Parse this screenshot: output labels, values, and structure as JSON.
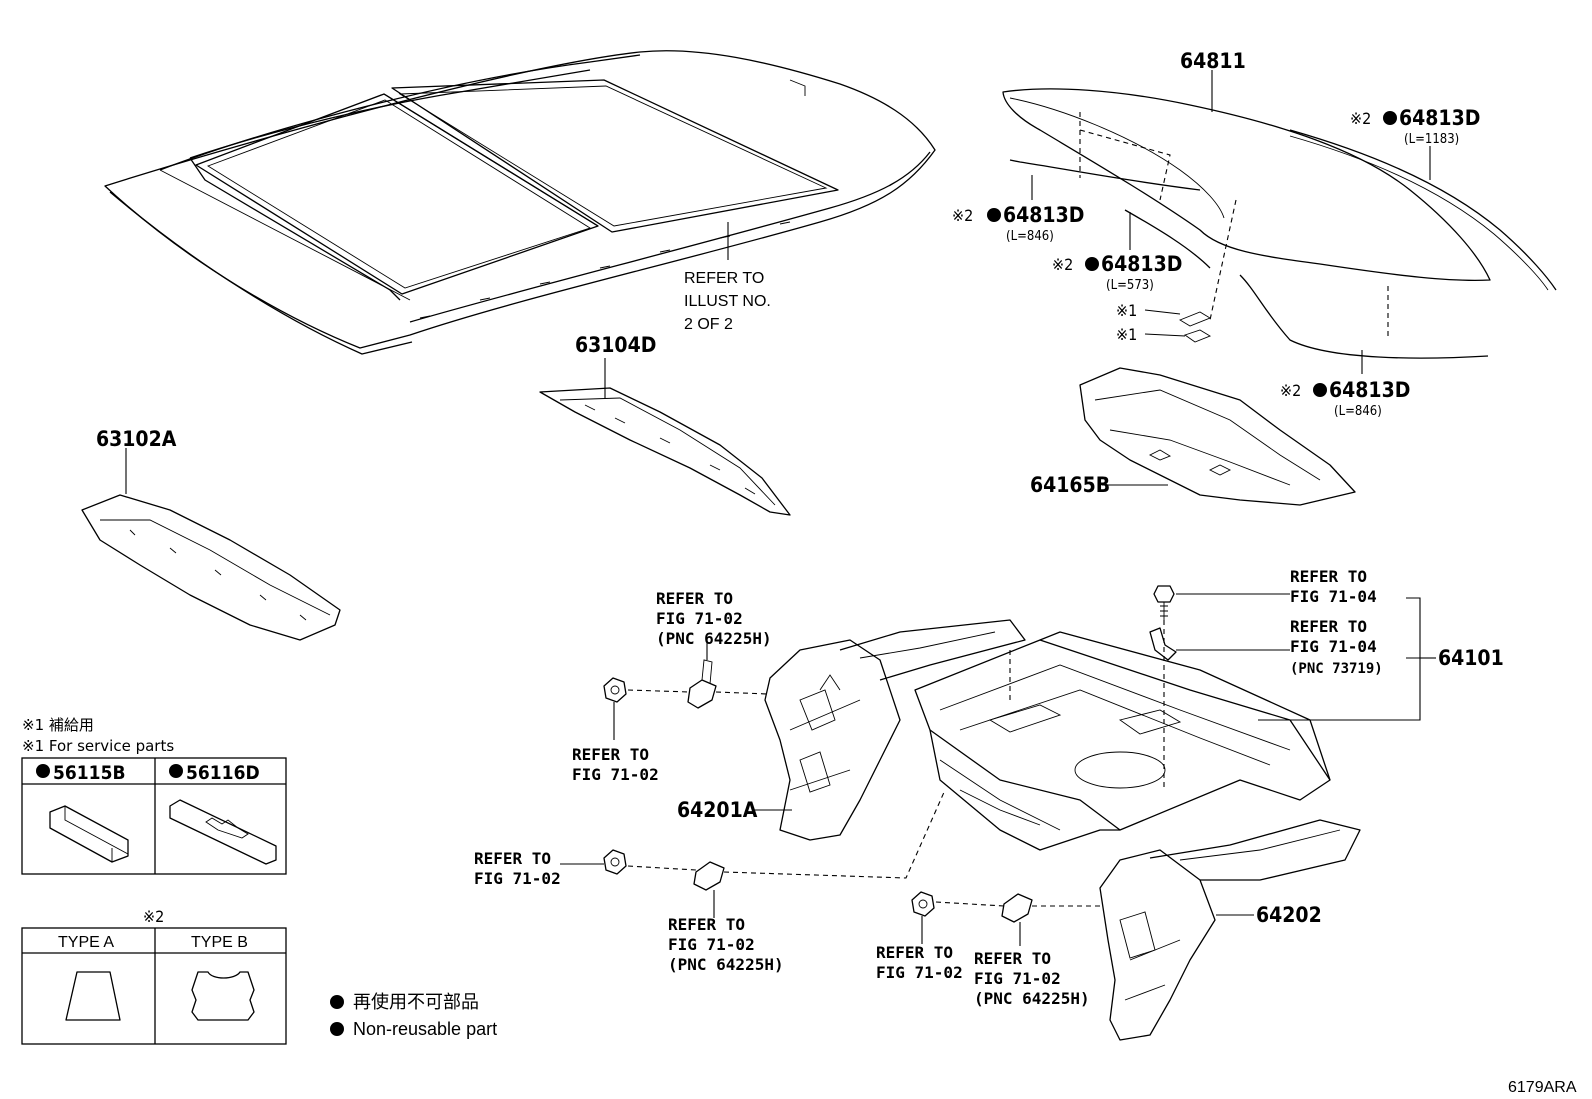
{
  "parts": {
    "roof_ref": [
      "REFER TO",
      "ILLUST NO.",
      "2 OF 2"
    ],
    "p64811": "64811",
    "p64813d_a": {
      "mark": "※2",
      "part": "64813D",
      "length": "(L=1183)"
    },
    "p64813d_b": {
      "mark": "※2",
      "part": "64813D",
      "length": "(L=846)"
    },
    "p64813d_c": {
      "mark": "※2",
      "part": "64813D",
      "length": "(L=573)"
    },
    "p64813d_d": {
      "mark": "※2",
      "part": "64813D",
      "length": "(L=846)"
    },
    "service_mark_1": "※1",
    "service_mark_2": "※1",
    "p63104d": "63104D",
    "p63102a": "63102A",
    "p64165b": "64165B",
    "p64101": "64101",
    "p64201a": "64201A",
    "p64202": "64202",
    "ref_71_04_a": [
      "REFER TO",
      "FIG 71-04"
    ],
    "ref_71_04_b": [
      "REFER TO",
      "FIG 71-04",
      "(PNC 73719)"
    ],
    "ref_71_02_pnc_a": [
      "REFER TO",
      "FIG 71-02",
      "(PNC 64225H)"
    ],
    "ref_71_02_a": [
      "REFER TO",
      "FIG 71-02"
    ],
    "ref_71_02_b": [
      "REFER TO",
      "FIG 71-02"
    ],
    "ref_71_02_pnc_b": [
      "REFER TO",
      "FIG 71-02",
      "(PNC 64225H)"
    ],
    "ref_71_02_c": [
      "REFER TO",
      "FIG 71-02"
    ],
    "ref_71_02_pnc_c": [
      "REFER TO",
      "FIG 71-02",
      "(PNC 64225H)"
    ]
  },
  "service_note": {
    "line1": "※1 補給用",
    "line2": "※1 For service parts",
    "col1": "56115B",
    "col2": "56116D"
  },
  "type_table": {
    "mark": "※2",
    "col1": "TYPE A",
    "col2": "TYPE B"
  },
  "legend": {
    "line1": "再使用不可部品",
    "line2": "Non-reusable part"
  },
  "figure_code": "6179ARA"
}
